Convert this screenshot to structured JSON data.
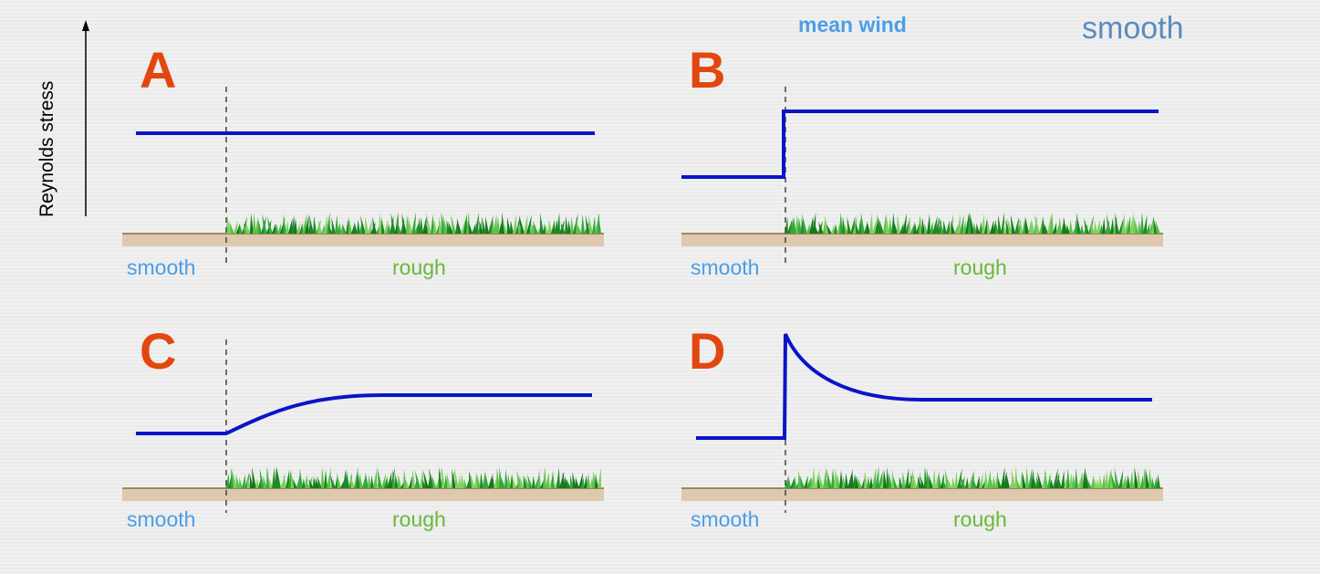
{
  "header": {
    "mean_wind": "mean wind",
    "smooth": "smooth"
  },
  "axis": {
    "ylabel": "Reynolds stress"
  },
  "panels": [
    {
      "label": "A",
      "smooth": "smooth",
      "rough": "rough",
      "behavior": "constant"
    },
    {
      "label": "B",
      "smooth": "smooth",
      "rough": "rough",
      "behavior": "step-up"
    },
    {
      "label": "C",
      "smooth": "smooth",
      "rough": "rough",
      "behavior": "gradual-rise"
    },
    {
      "label": "D",
      "smooth": "smooth",
      "rough": "rough",
      "behavior": "spike-then-decay"
    }
  ],
  "colors": {
    "curve": "#0a14c8",
    "label": "#e2470f",
    "smooth": "#4a9ee8",
    "rough": "#6ab83a",
    "ground": "#dfc9ae",
    "grass": "#2e9e2e"
  }
}
